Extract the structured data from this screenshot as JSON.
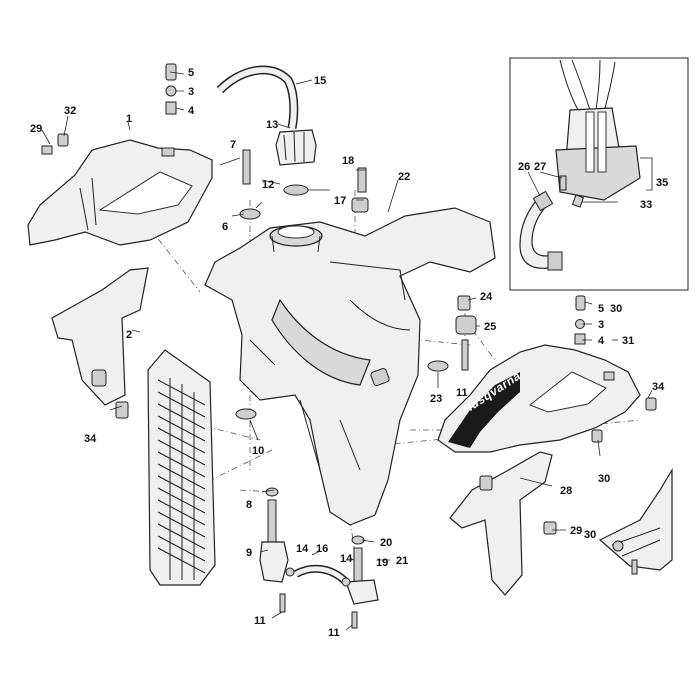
{
  "brand_text": "Husqvarna",
  "callouts": [
    "1",
    "2",
    "3",
    "4",
    "5",
    "6",
    "7",
    "8",
    "9",
    "10",
    "11",
    "12",
    "13",
    "14",
    "15",
    "16",
    "17",
    "18",
    "19",
    "20",
    "21",
    "22",
    "23",
    "24",
    "25",
    "26",
    "27",
    "28",
    "29",
    "30",
    "31",
    "32",
    "33",
    "34",
    "35"
  ],
  "colors": {
    "line": "#222222",
    "fill": "#f0f0f0",
    "shade": "#d9d9d9",
    "decal": "#1a1a1a"
  }
}
